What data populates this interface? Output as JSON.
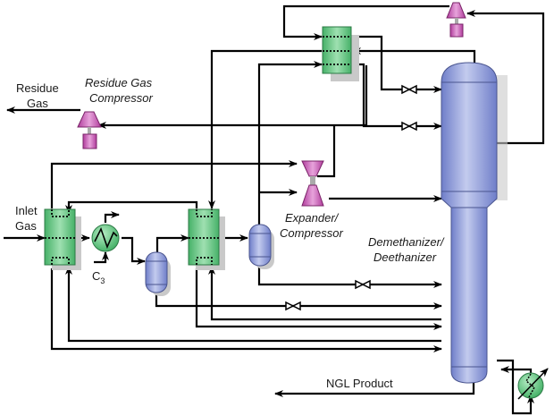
{
  "title": "Cryogenic Turbo-Expander NGL Recovery Process",
  "labels": {
    "residue_gas_line1": "Residue",
    "residue_gas_line2": "Gas",
    "residue_compressor_line1": "Residue Gas",
    "residue_compressor_line2": "Compressor",
    "inlet_gas_line1": "Inlet",
    "inlet_gas_line2": "Gas",
    "c3_main": "C",
    "c3_sub": "3",
    "expander_line1": "Expander/",
    "expander_line2": "Compressor",
    "column_line1": "Demethanizer/",
    "column_line2": "Deethanizer",
    "ngl_product": "NGL Product"
  },
  "equipment": [
    {
      "id": "inlet-exchanger",
      "type": "heat-exchanger"
    },
    {
      "id": "propane-chiller",
      "type": "chiller",
      "medium": "C3"
    },
    {
      "id": "separator-1",
      "type": "separator"
    },
    {
      "id": "gas-gas-exchanger",
      "type": "heat-exchanger"
    },
    {
      "id": "cold-separator",
      "type": "separator"
    },
    {
      "id": "expander-compressor",
      "type": "turbo-expander"
    },
    {
      "id": "subcooler-exchanger",
      "type": "heat-exchanger"
    },
    {
      "id": "reflux-compressor",
      "type": "compressor"
    },
    {
      "id": "residue-gas-compressor",
      "type": "compressor"
    },
    {
      "id": "demethanizer-column",
      "type": "column"
    },
    {
      "id": "reboiler",
      "type": "reboiler"
    }
  ],
  "colors": {
    "exchanger": "#5cbf7a",
    "column": "#8d9bd8",
    "compressor": "#c24fb0",
    "pipe": "#000000"
  }
}
